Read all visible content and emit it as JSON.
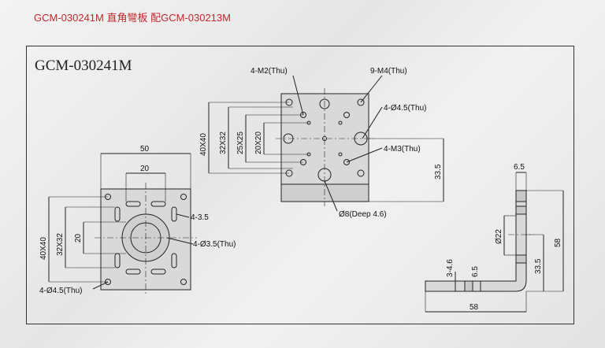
{
  "header": {
    "title": "GCM-030241M 直角彎板 配GCM-030213M"
  },
  "drawing": {
    "part_no": "GCM-030241M",
    "front_view": {
      "dim_width": "50",
      "dim_inner": "20",
      "dim_outer_v": "40X40",
      "dim_pattern_v": "32X32",
      "dim_center_v": "20",
      "slot_label": "4-3.5",
      "cb_label": "4-Ø3.5(Thu)",
      "hole_label": "4-Ø4.5(Thu)"
    },
    "top_view": {
      "m2_label": "4-M2(Thu)",
      "m4_label": "9-M4(Thu)",
      "hole_label": "4-Ø4.5(Thu)",
      "m3_label": "4-M3(Thu)",
      "dim_40": "40X40",
      "dim_32": "32X32",
      "dim_25": "25X25",
      "dim_20": "20X20",
      "dim_height": "33.5",
      "center_label": "Ø8(Deep 4.6)"
    },
    "side_view": {
      "dim_thick": "6.5",
      "dim_hole": "Ø22",
      "dim_height": "58",
      "dim_center": "33.5",
      "dim_slot": "3-4.6",
      "dim_base": "6.5",
      "dim_length": "58"
    }
  }
}
